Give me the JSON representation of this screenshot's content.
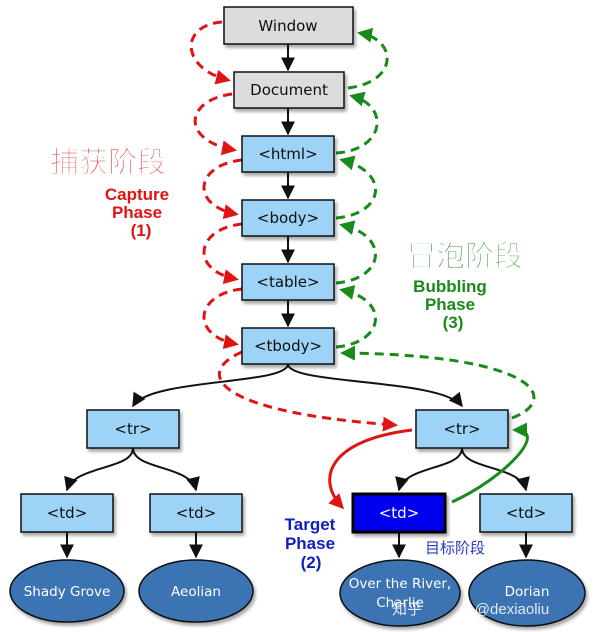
{
  "nodes": {
    "window": "Window",
    "document": "Document",
    "html": "<html>",
    "body": "<body>",
    "table": "<table>",
    "tbody": "<tbody>",
    "tr_left": "<tr>",
    "tr_right": "<tr>",
    "td_1": "<td>",
    "td_2": "<td>",
    "td_target": "<td>",
    "td_4": "<td>"
  },
  "leaves": {
    "leaf_1": "Shady Grove",
    "leaf_2": "Aeolian",
    "leaf_3_line1": "Over the River,",
    "leaf_3_line2": "Charlie",
    "leaf_4": "Dorian"
  },
  "labels": {
    "capture_cn": "捕获阶段",
    "capture_en1": "Capture",
    "capture_en2": "Phase",
    "capture_en3": "(1)",
    "bubble_cn": "冒泡阶段",
    "bubble_en1": "Bubbling",
    "bubble_en2": "Phase",
    "bubble_en3": "(3)",
    "target_en1": "Target",
    "target_en2": "Phase",
    "target_en3": "(2)",
    "target_cn": "目标阶段",
    "watermark_cn": "知乎",
    "watermark_en": "@dexiaoliu"
  },
  "colors": {
    "node_gray": "#dcdcdc",
    "node_blue": "#9dd3f7",
    "target_blue": "#0000ee",
    "leaf_blue": "#3b73b3",
    "capture_red": "#e01414",
    "bubble_green": "#1a8a1a",
    "target_label_blue": "#1020c0"
  }
}
